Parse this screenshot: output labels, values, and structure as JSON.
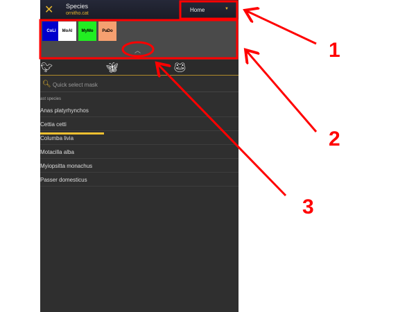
{
  "header": {
    "close_icon": "close-icon",
    "title": "Species",
    "subtitle": "ornitho.cat",
    "dropdown": {
      "value": "Home"
    }
  },
  "panel": {
    "chips": [
      {
        "label": "CoLi",
        "color": "#0000cc",
        "text": "#ffffff"
      },
      {
        "label": "MoAl",
        "color": "#ffffff",
        "text": "#000000"
      },
      {
        "label": "MyMo",
        "color": "#22ee22",
        "text": "#000000"
      },
      {
        "label": "PaDo",
        "color": "#f5a070",
        "text": "#000000"
      }
    ],
    "collapse_icon": "chevron-up-icon"
  },
  "tabs": [
    {
      "icon": "bird-icon",
      "active": true
    },
    {
      "icon": "butterfly-icon"
    },
    {
      "icon": "frog-icon"
    }
  ],
  "search": {
    "placeholder": "Quick select mask"
  },
  "list": {
    "section": "ast species",
    "items": [
      "Anas platyrhynchos",
      "Cettia cetti",
      "Columba livia",
      "Motacilla alba",
      "Myiopsitta monachus",
      "Passer domesticus"
    ]
  },
  "annotations": [
    "1",
    "2",
    "3"
  ],
  "accent": "#e6b62e"
}
